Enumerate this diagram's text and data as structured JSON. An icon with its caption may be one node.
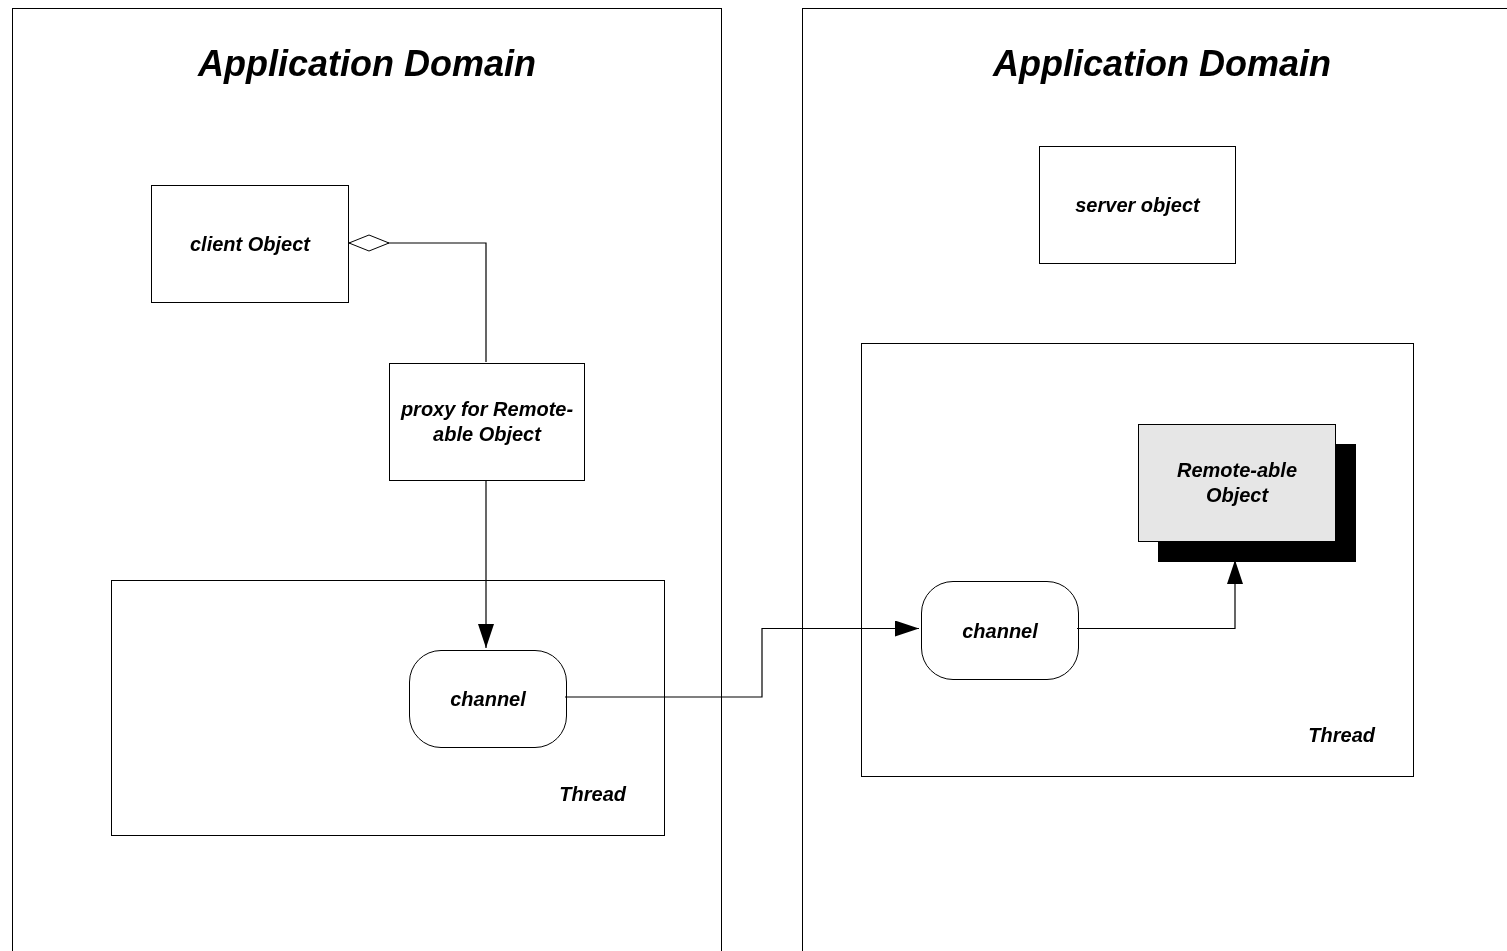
{
  "diagram": {
    "nodes": [
      {
        "text": [
          "Application Domain"
        ]
      },
      {
        "text": [
          "client Object"
        ],
        "in": 0
      },
      {
        "text": [
          "proxy for Remote-able Object"
        ],
        "in": 0
      },
      {
        "text": [
          "Thread"
        ],
        "in": 0
      },
      {
        "text": [
          "channel"
        ],
        "in": 3
      },
      {
        "text": [
          "Application Domain"
        ]
      },
      {
        "text": [
          "server object"
        ],
        "in": 5
      },
      {
        "text": [
          "Thread"
        ],
        "in": 5
      },
      {
        "text": [
          "channel"
        ],
        "in": 7
      },
      {
        "text": [
          "Remote-able Object"
        ],
        "in": 7
      }
    ],
    "edges": [
      {
        "from": 1,
        "to": 2,
        "arrow": "other"
      },
      {
        "from": 2,
        "to": 4,
        "arrow": "to"
      },
      {
        "from": 4,
        "to": 8,
        "arrow": "to"
      },
      {
        "from": 8,
        "to": 9,
        "arrow": "to"
      }
    ]
  }
}
